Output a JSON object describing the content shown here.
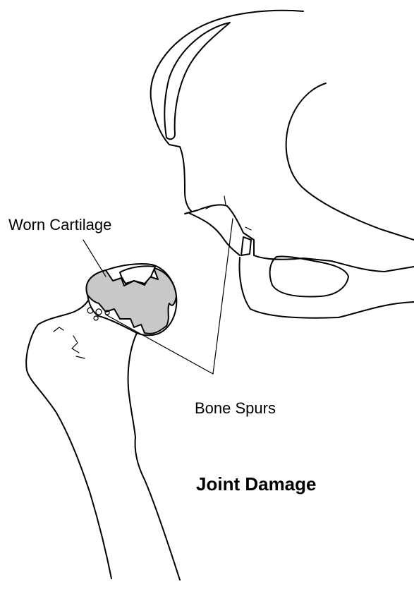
{
  "labels": {
    "worn_cartilage": "Worn Cartilage",
    "bone_spurs": "Bone Spurs",
    "title": "Joint Damage"
  },
  "colors": {
    "cartilage_fill": "#c8c8c8",
    "line": "#000000",
    "background": "#ffffff"
  }
}
